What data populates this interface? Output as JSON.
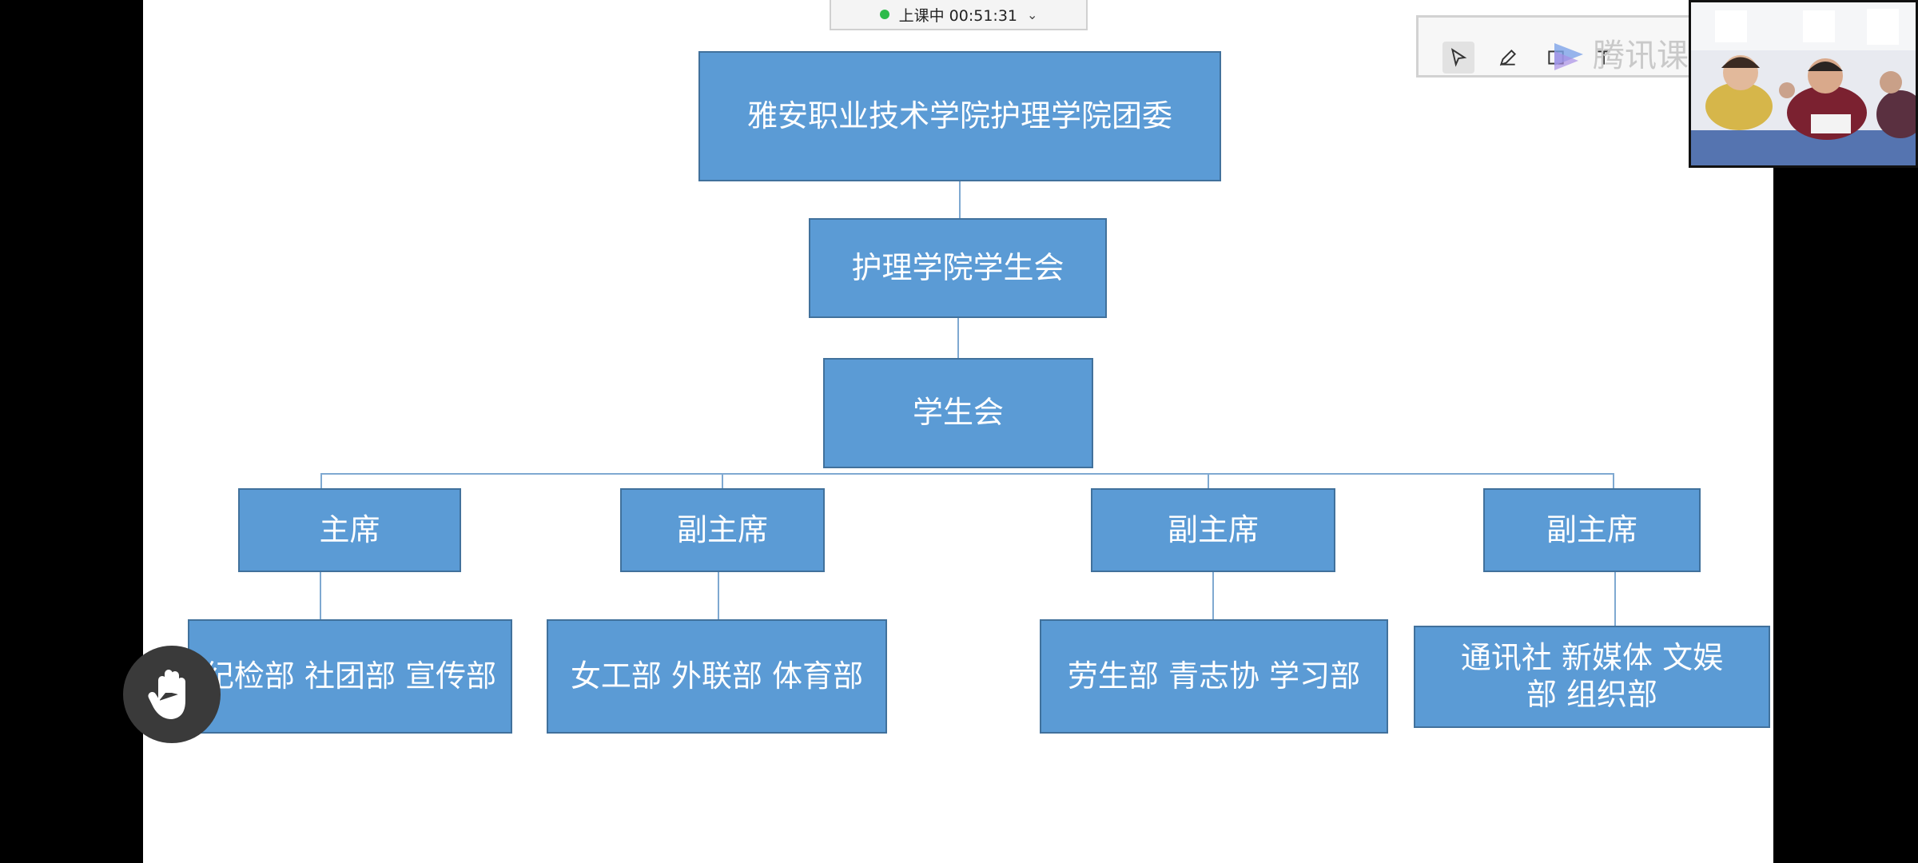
{
  "status": {
    "label": "上课中",
    "time": "00:51:31"
  },
  "watermark": {
    "text": "腾讯课"
  },
  "org_chart": {
    "root": "雅安职业技术学院护理学院团委",
    "level2": "护理学院学生会",
    "level3": "学生会",
    "positions": [
      "主席",
      "副主席",
      "副主席",
      "副主席"
    ],
    "departments": [
      "纪检部 社团部 宣传部",
      "女工部 外联部 体育部",
      "劳生部 青志协 学习部",
      "通讯社 新媒体 文娱部 组织部"
    ]
  },
  "icons": {
    "status_dot": "status-dot",
    "chevron": "chevron-down-icon",
    "toolbar": [
      "cursor-icon",
      "pen-icon",
      "rectangle-icon",
      "text-icon"
    ],
    "hand": "raise-hand-icon"
  },
  "colors": {
    "box_fill": "#5b9bd5",
    "box_border": "#41719c",
    "status_dot": "#2dbb4a"
  }
}
